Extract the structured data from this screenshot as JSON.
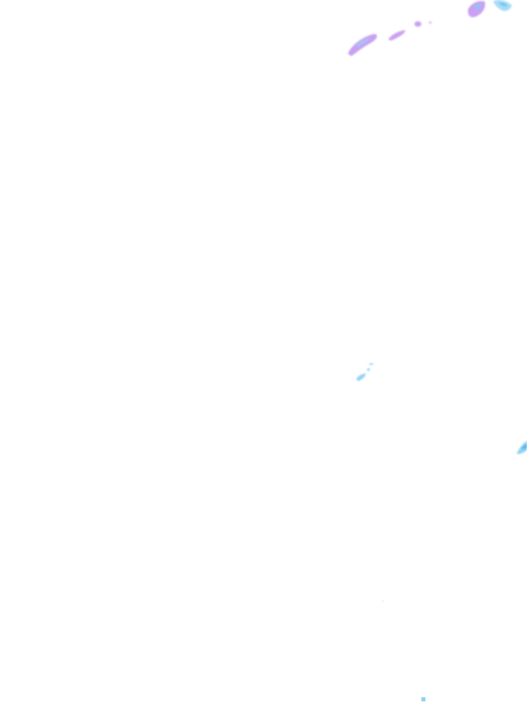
{
  "overlay": {
    "background": "#ffffff",
    "cells": [
      {
        "kind": "precip-cell",
        "color": "#c38af0",
        "intensity": "moderate"
      },
      {
        "kind": "precip-cell",
        "color": "#c38af0",
        "intensity": "moderate"
      },
      {
        "kind": "precip-cell",
        "color": "#c38af0",
        "intensity": "light"
      },
      {
        "kind": "precip-cell",
        "color": "#c38af0",
        "intensity": "light"
      },
      {
        "kind": "precip-cell",
        "color": "#c38af0",
        "intensity": "moderate"
      },
      {
        "kind": "precip-cell",
        "color": "#7fd0f5",
        "intensity": "light"
      },
      {
        "kind": "precip-cell",
        "color": "#7fd0f5",
        "intensity": "light"
      },
      {
        "kind": "precip-cell",
        "color": "#7fd0f5",
        "intensity": "light"
      },
      {
        "kind": "precip-cell",
        "color": "#7fd0f5",
        "intensity": "light"
      },
      {
        "kind": "precip-cell",
        "color": "#7fd0f5",
        "intensity": "light"
      }
    ],
    "colors": {
      "moderate": "#b57be8",
      "light": "#7fd0f5",
      "core": "#3aa7e6"
    }
  }
}
